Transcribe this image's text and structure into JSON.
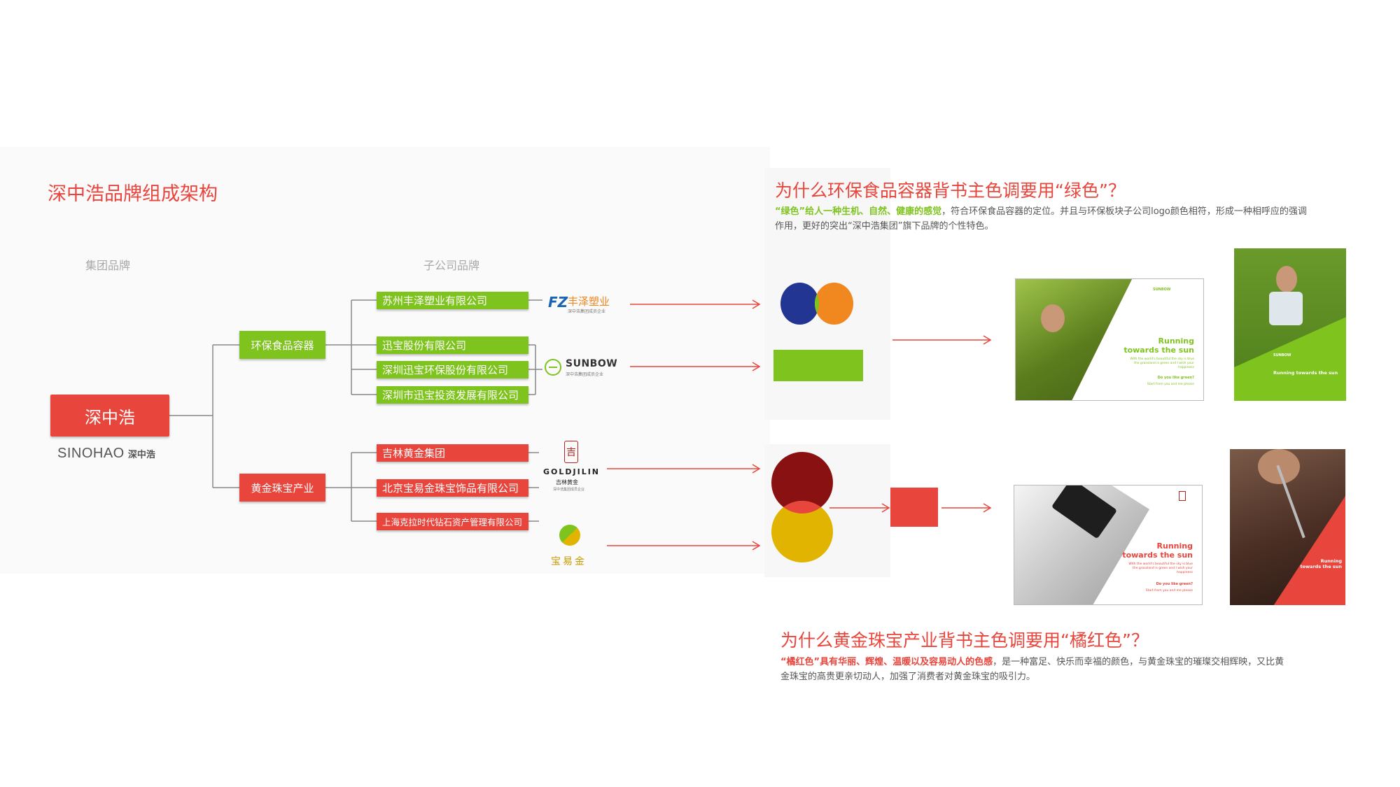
{
  "left": {
    "title": "深中浩品牌组成架构",
    "col_group": "集团品牌",
    "col_sub": "子公司品牌",
    "root": {
      "label": "深中浩",
      "logo_en": "SINOHAO",
      "logo_cn": "深中浩"
    },
    "branches": [
      {
        "label": "环保食品容器",
        "companies": [
          "苏州丰泽塑业有限公司",
          "迅宝股份有限公司",
          "深圳迅宝环保股份有限公司",
          "深圳市迅宝投资发展有限公司"
        ]
      },
      {
        "label": "黄金珠宝产业",
        "companies": [
          "吉林黄金集团",
          "北京宝易金珠宝饰品有限公司",
          "上海克拉时代钻石资产管理有限公司"
        ]
      }
    ],
    "logos": {
      "fengze": {
        "mark": "FZ",
        "name": "丰泽塑业",
        "tag": "深中浩集团成员企业"
      },
      "sunbow": {
        "name": "SUNBOW",
        "tag": "深中浩集团成员企业"
      },
      "goldjilin": {
        "mark": "吉",
        "name": "GOLDJILIN",
        "cn": "吉林黄金",
        "tag": "深中浩集团成员企业"
      },
      "baoyijin": {
        "name": "宝易金"
      }
    }
  },
  "green_section": {
    "heading": "为什么环保食品容器背书主色调要用“绿色”？",
    "highlight": "“绿色”给人一种生机、自然、健康的感觉",
    "text": "，符合环保食品容器的定位。并且与环保板块子公司logo颜色相符，形成一种相呼应的强调作用，更好的突出“深中浩集团”旗下品牌的个性特色。",
    "card": {
      "brand": "SUNBOW",
      "headline": "Running towards the sun",
      "body": "With the world's beautiful the sky is blue the grassland is green and I wish your happiness",
      "question": "Do you like green?",
      "cta": "Start from you and me please"
    },
    "poster": {
      "brand": "SUNBOW",
      "headline": "Running towards the sun"
    }
  },
  "red_section": {
    "heading": "为什么黄金珠宝产业背书主色调要用“橘红色”？",
    "highlight": "“橘红色”具有华丽、辉煌、温暖以及容易动人的色感",
    "text": "，是一种富足、快乐而幸福的颜色，与黄金珠宝的璀璨交相辉映，又比黄金珠宝的高贵更亲切动人，加强了消费者对黄金珠宝的吸引力。",
    "card": {
      "headline": "Running towards the sun",
      "body": "With the world's beautiful the sky is blue the grassland is green and I wish your happiness",
      "question": "Do you like green?",
      "cta": "Start from you and me please"
    },
    "poster": {
      "headline": "Running towards the sun"
    }
  },
  "colors": {
    "accent_red": "#e8453c",
    "green": "#7fc31f",
    "navy": "#233592",
    "orange": "#f0871f",
    "dark_red": "#8a1111",
    "gold": "#e0b400"
  }
}
